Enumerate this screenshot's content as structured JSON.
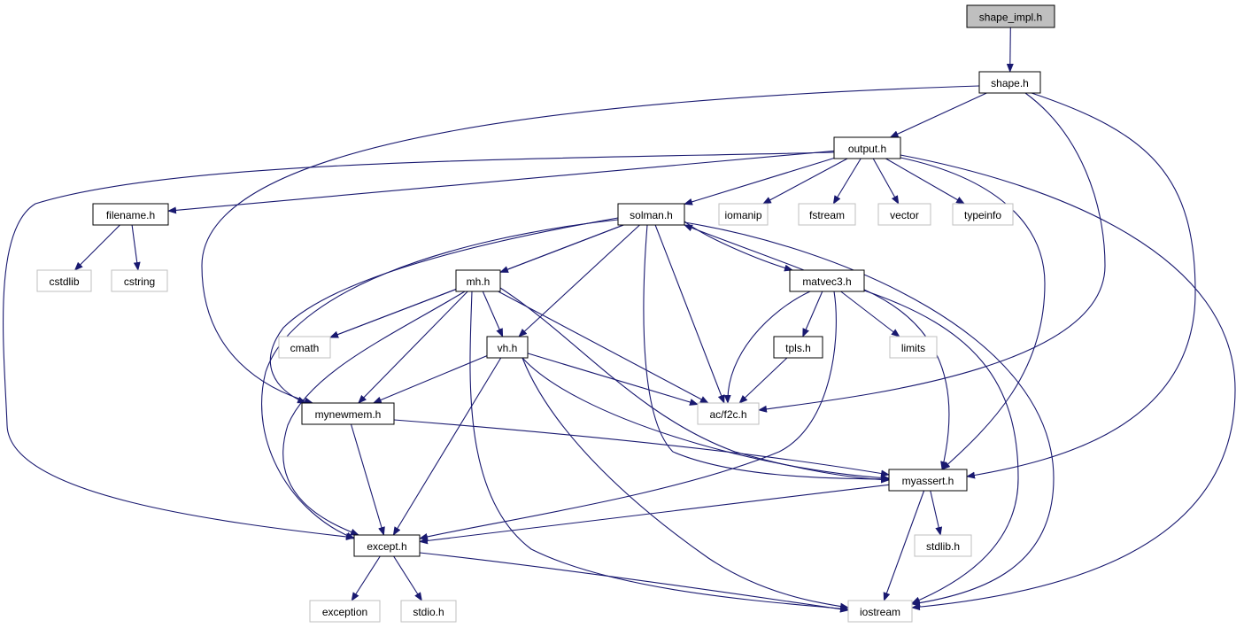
{
  "diagram": {
    "type": "include-dependency-graph",
    "root": "shape_impl",
    "colors": {
      "edge": "#191970",
      "root_fill": "#bfbfbf",
      "node_border": "#000000",
      "external_border": "#bfbfbf",
      "node_fill": "#ffffff",
      "text": "#000000"
    },
    "nodes": [
      {
        "id": "shape_impl",
        "label": "shape_impl.h",
        "kind": "root"
      },
      {
        "id": "shape",
        "label": "shape.h",
        "kind": "documented"
      },
      {
        "id": "output",
        "label": "output.h",
        "kind": "documented"
      },
      {
        "id": "filename",
        "label": "filename.h",
        "kind": "documented"
      },
      {
        "id": "solman",
        "label": "solman.h",
        "kind": "documented"
      },
      {
        "id": "iomanip",
        "label": "iomanip",
        "kind": "external"
      },
      {
        "id": "fstream",
        "label": "fstream",
        "kind": "external"
      },
      {
        "id": "vector",
        "label": "vector",
        "kind": "external"
      },
      {
        "id": "typeinfo",
        "label": "typeinfo",
        "kind": "external"
      },
      {
        "id": "cstdlib",
        "label": "cstdlib",
        "kind": "external"
      },
      {
        "id": "cstring",
        "label": "cstring",
        "kind": "external"
      },
      {
        "id": "mh",
        "label": "mh.h",
        "kind": "documented"
      },
      {
        "id": "matvec3",
        "label": "matvec3.h",
        "kind": "documented"
      },
      {
        "id": "cmath",
        "label": "cmath",
        "kind": "external"
      },
      {
        "id": "vh",
        "label": "vh.h",
        "kind": "documented"
      },
      {
        "id": "tpls",
        "label": "tpls.h",
        "kind": "documented"
      },
      {
        "id": "limits",
        "label": "limits",
        "kind": "external"
      },
      {
        "id": "mynewmem",
        "label": "mynewmem.h",
        "kind": "documented"
      },
      {
        "id": "f2c",
        "label": "ac/f2c.h",
        "kind": "external"
      },
      {
        "id": "myassert",
        "label": "myassert.h",
        "kind": "documented"
      },
      {
        "id": "except",
        "label": "except.h",
        "kind": "documented"
      },
      {
        "id": "stdlib",
        "label": "stdlib.h",
        "kind": "external"
      },
      {
        "id": "exception",
        "label": "exception",
        "kind": "external"
      },
      {
        "id": "stdio",
        "label": "stdio.h",
        "kind": "external"
      },
      {
        "id": "iostream",
        "label": "iostream",
        "kind": "external"
      }
    ],
    "edges": [
      {
        "from": "shape_impl",
        "to": "shape"
      },
      {
        "from": "shape",
        "to": "output"
      },
      {
        "from": "shape",
        "to": "mynewmem"
      },
      {
        "from": "shape",
        "to": "f2c"
      },
      {
        "from": "shape",
        "to": "myassert"
      },
      {
        "from": "output",
        "to": "filename"
      },
      {
        "from": "output",
        "to": "solman"
      },
      {
        "from": "output",
        "to": "iomanip"
      },
      {
        "from": "output",
        "to": "fstream"
      },
      {
        "from": "output",
        "to": "vector"
      },
      {
        "from": "output",
        "to": "typeinfo"
      },
      {
        "from": "output",
        "to": "myassert"
      },
      {
        "from": "output",
        "to": "except"
      },
      {
        "from": "output",
        "to": "iostream"
      },
      {
        "from": "filename",
        "to": "cstdlib"
      },
      {
        "from": "filename",
        "to": "cstring"
      },
      {
        "from": "solman",
        "to": "mh"
      },
      {
        "from": "solman",
        "to": "matvec3"
      },
      {
        "from": "solman",
        "to": "cmath"
      },
      {
        "from": "solman",
        "to": "vh"
      },
      {
        "from": "solman",
        "to": "mynewmem"
      },
      {
        "from": "solman",
        "to": "f2c"
      },
      {
        "from": "solman",
        "to": "myassert"
      },
      {
        "from": "solman",
        "to": "except"
      },
      {
        "from": "solman",
        "to": "iostream"
      },
      {
        "from": "mh",
        "to": "cmath"
      },
      {
        "from": "mh",
        "to": "vh"
      },
      {
        "from": "mh",
        "to": "mynewmem"
      },
      {
        "from": "mh",
        "to": "f2c"
      },
      {
        "from": "mh",
        "to": "myassert"
      },
      {
        "from": "mh",
        "to": "except"
      },
      {
        "from": "mh",
        "to": "iostream"
      },
      {
        "from": "matvec3",
        "to": "solman"
      },
      {
        "from": "matvec3",
        "to": "tpls"
      },
      {
        "from": "matvec3",
        "to": "limits"
      },
      {
        "from": "matvec3",
        "to": "f2c"
      },
      {
        "from": "matvec3",
        "to": "myassert"
      },
      {
        "from": "matvec3",
        "to": "except"
      },
      {
        "from": "matvec3",
        "to": "iostream"
      },
      {
        "from": "vh",
        "to": "mynewmem"
      },
      {
        "from": "vh",
        "to": "f2c"
      },
      {
        "from": "vh",
        "to": "myassert"
      },
      {
        "from": "vh",
        "to": "except"
      },
      {
        "from": "vh",
        "to": "iostream"
      },
      {
        "from": "tpls",
        "to": "f2c"
      },
      {
        "from": "mynewmem",
        "to": "myassert"
      },
      {
        "from": "mynewmem",
        "to": "except"
      },
      {
        "from": "myassert",
        "to": "except"
      },
      {
        "from": "myassert",
        "to": "stdlib"
      },
      {
        "from": "myassert",
        "to": "iostream"
      },
      {
        "from": "except",
        "to": "exception"
      },
      {
        "from": "except",
        "to": "stdio"
      },
      {
        "from": "except",
        "to": "iostream"
      }
    ]
  }
}
